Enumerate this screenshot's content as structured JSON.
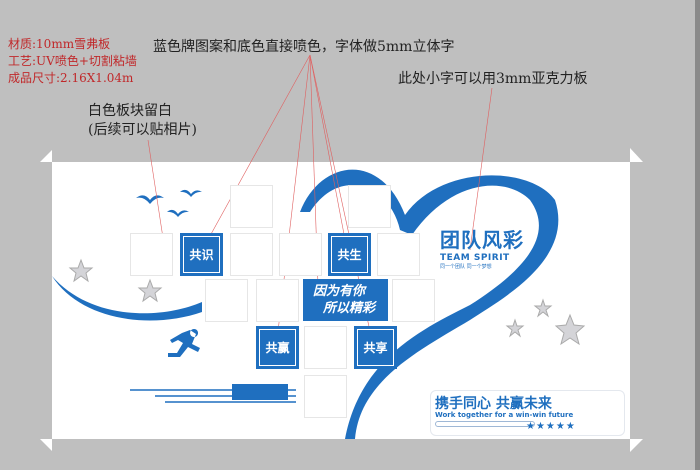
{
  "spec_notes": [
    "材质:10mm雪弗板",
    "工艺:UV喷色+切割粘墙",
    "成品尺寸:2.16X1.04m"
  ],
  "annotations": {
    "blue_plates": "蓝色牌图案和底色直接喷色，字体做5mm立体字",
    "small_text": "此处小字可以用3mm亚克力板",
    "white_blocks_line1": "白色板块留白",
    "white_blocks_line2": "(后续可以贴相片)"
  },
  "tiles": {
    "t1": "共识",
    "t2": "共生",
    "t3": "共赢",
    "t4": "共享",
    "center_line1": "因为有你",
    "center_line2": "所以精彩"
  },
  "logo": {
    "title": "团队风彩",
    "subtitle": "TEAM SPIRIT",
    "slogan": "同一个团队 同一个梦想"
  },
  "banner": {
    "title": "携手同心 共赢未来",
    "subtitle": "Work together for a win-win future",
    "stars": "★★★★★"
  },
  "colors": {
    "brand_blue": "#1f6fbf",
    "annotation_red": "#c0282a",
    "background": "#bfbfbf"
  }
}
